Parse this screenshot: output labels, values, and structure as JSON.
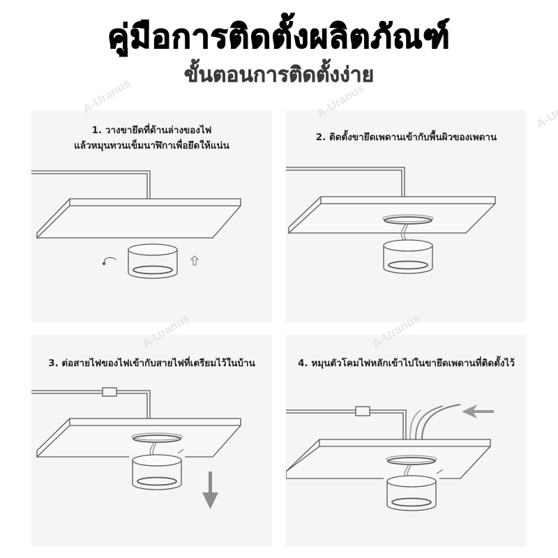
{
  "header": {
    "title": "คู่มือการติดตั้งผลิตภัณฑ์",
    "subtitle": "ขั้นตอนการติดตั้งง่าย"
  },
  "watermark": {
    "text": "A-Uranus"
  },
  "steps": [
    {
      "number": "1.",
      "line1": "1. วางขายึดที่ด้านล่างของไฟ",
      "line2": "แล้วหมุนทวนเข็มนาฬิกาเพื่อยึดให้แน่น",
      "illustration": "ceiling-panel-with-light-below-rotate-ccw-and-up-arrow"
    },
    {
      "number": "2.",
      "line1": "2. ติดตั้งขายึดเพดานเข้ากับพื้นผิวของเพดาน",
      "line2": "",
      "illustration": "ceiling-panel-with-bracket-and-hanging-light"
    },
    {
      "number": "3.",
      "line1": "3. ต่อสายไฟของไฟเข้ากับสายไฟที่เตรียมไว้ในบ้าน",
      "line2": "",
      "illustration": "wire-connector-light-down-arrow"
    },
    {
      "number": "4.",
      "line1": "4. หมุนตัวโคมไฟหลักเข้าไปในขายึดเพดานที่ติดตั้งไว้",
      "line2": "",
      "illustration": "wires-feed-into-ceiling-arrow-left"
    }
  ],
  "colors": {
    "background": "#ffffff",
    "panel": "#f5f5f5",
    "title": "#000000",
    "subtitle": "#3a3a3a",
    "line": "#555555",
    "arrow": "#8c8c8c"
  }
}
